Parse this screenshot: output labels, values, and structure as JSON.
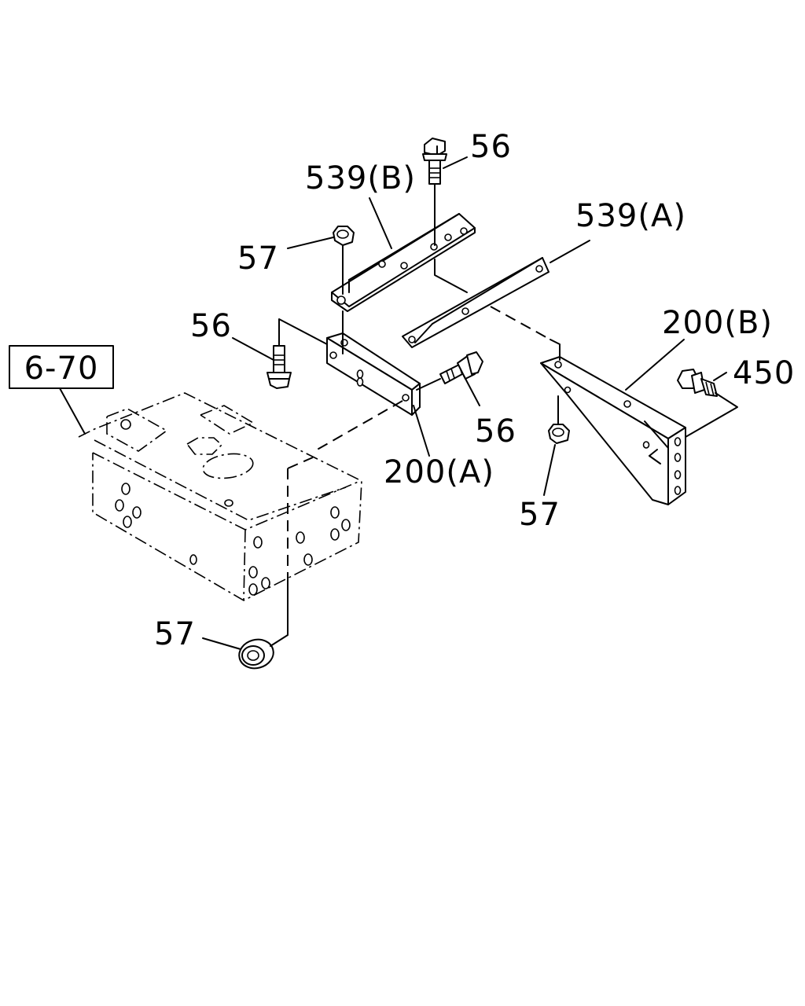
{
  "callouts": {
    "ref_box": "6-70",
    "bolt_top": "56",
    "bolt_left": "56",
    "bolt_mid": "56",
    "bracket_539b": "539(B)",
    "bracket_539a": "539(A)",
    "nut_top": "57",
    "nut_mid": "57",
    "nut_bottom": "57",
    "bracket_200a": "200(A)",
    "bracket_200b": "200(B)",
    "bolt_450": "450"
  }
}
